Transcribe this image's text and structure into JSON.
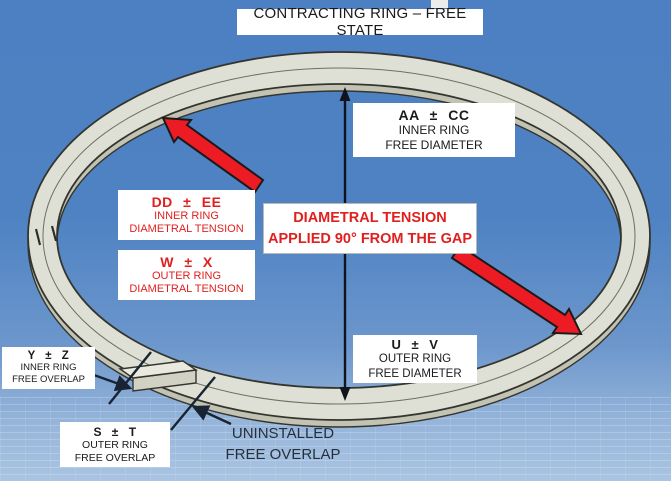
{
  "title": "CONTRACTING RING – FREE STATE",
  "center_note": {
    "line1": "DIAMETRAL TENSION",
    "line2": "APPLIED 90° FROM THE GAP"
  },
  "callouts": {
    "inner_free_diameter": {
      "dim": "AA ± CC",
      "ring": "INNER RING",
      "metric": "FREE DIAMETER"
    },
    "inner_diametral_tension": {
      "dim": "DD ± EE",
      "ring": "INNER RING",
      "metric": "DIAMETRAL TENSION"
    },
    "outer_diametral_tension": {
      "dim": "W ± X",
      "ring": "OUTER RING",
      "metric": "DIAMETRAL TENSION"
    },
    "outer_free_diameter": {
      "dim": "U ± V",
      "ring": "OUTER RING",
      "metric": "FREE DIAMETER"
    },
    "inner_free_overlap": {
      "dim": "Y ± Z",
      "ring": "INNER RING",
      "metric": "FREE OVERLAP"
    },
    "outer_free_overlap": {
      "dim": "S ± T",
      "ring": "OUTER RING",
      "metric": "FREE OVERLAP"
    }
  },
  "floor_note": {
    "line1": "UNINSTALLED",
    "line2": "FREE OVERLAP"
  },
  "colors": {
    "background_top": "#4c80c2",
    "background_bottom": "#aac4e2",
    "ring_fill": "#dfe0d5",
    "ring_edge": "#35352f",
    "tension_arrow_red": "#ed1c24",
    "red_text": "#e01f1f",
    "dark_text": "#1a1a1a",
    "note_text": "#26303d"
  }
}
